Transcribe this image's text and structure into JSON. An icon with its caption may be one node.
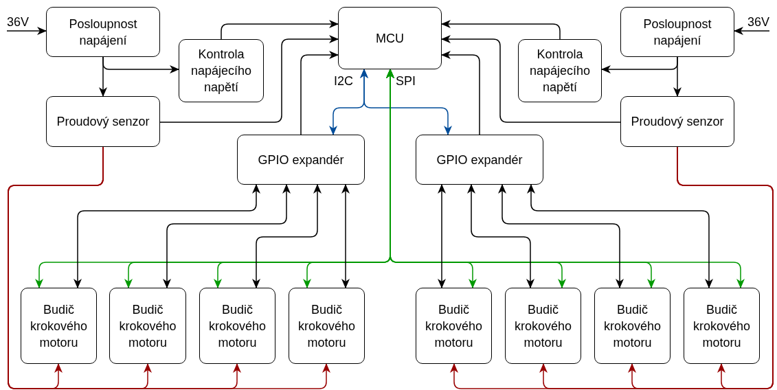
{
  "diagram": {
    "nodes": [
      {
        "text": [
          "MCU"
        ]
      },
      {
        "text": [
          "Posloupnost napájení"
        ]
      },
      {
        "text": [
          "Posloupnost napájení"
        ]
      },
      {
        "text": [
          "Kontrola napájecího napětí"
        ]
      },
      {
        "text": [
          "Kontrola napájecího napětí"
        ]
      },
      {
        "text": [
          "Proudový senzor"
        ]
      },
      {
        "text": [
          "Proudový senzor"
        ]
      },
      {
        "text": [
          "GPIO expandér"
        ]
      },
      {
        "text": [
          "GPIO expandér"
        ]
      },
      {
        "text": [
          "Budič krokového motoru"
        ]
      },
      {
        "text": [
          "Budič krokového motoru"
        ]
      },
      {
        "text": [
          "Budič krokového motoru"
        ]
      },
      {
        "text": [
          "Budič krokového motoru"
        ]
      },
      {
        "text": [
          "Budič krokového motoru"
        ]
      },
      {
        "text": [
          "Budič krokového motoru"
        ]
      },
      {
        "text": [
          "Budič krokového motoru"
        ]
      },
      {
        "text": [
          "Budič krokového motoru"
        ]
      }
    ],
    "edges": [
      {
        "from": null,
        "to": 1,
        "arrow": "to",
        "label": "36V"
      },
      {
        "from": null,
        "to": 2,
        "arrow": "to",
        "label": "36V"
      },
      {
        "from": 1,
        "to": 5,
        "arrow": "to"
      },
      {
        "from": 1,
        "to": 3,
        "arrow": "to"
      },
      {
        "from": 2,
        "to": 6,
        "arrow": "to"
      },
      {
        "from": 2,
        "to": 4,
        "arrow": "to"
      },
      {
        "from": 3,
        "to": 0,
        "arrow": "to"
      },
      {
        "from": 5,
        "to": 0,
        "arrow": "to"
      },
      {
        "from": 7,
        "to": 0,
        "arrow": "to"
      },
      {
        "from": 4,
        "to": 0,
        "arrow": "to"
      },
      {
        "from": 6,
        "to": 0,
        "arrow": "to"
      },
      {
        "from": 8,
        "to": 0,
        "arrow": "to"
      },
      {
        "from": 0,
        "to": 7,
        "arrow": "both",
        "color": "#004c99",
        "label": "I2C"
      },
      {
        "from": 0,
        "to": 8,
        "arrow": "both",
        "color": "#004c99"
      },
      {
        "from": 0,
        "to": 9,
        "arrow": "both",
        "color": "#009900",
        "label": "SPI"
      },
      {
        "from": 0,
        "to": 10,
        "arrow": "both",
        "color": "#009900"
      },
      {
        "from": 0,
        "to": 11,
        "arrow": "both",
        "color": "#009900"
      },
      {
        "from": 0,
        "to": 12,
        "arrow": "both",
        "color": "#009900"
      },
      {
        "from": 0,
        "to": 13,
        "arrow": "both",
        "color": "#009900"
      },
      {
        "from": 0,
        "to": 14,
        "arrow": "both",
        "color": "#009900"
      },
      {
        "from": 0,
        "to": 15,
        "arrow": "both",
        "color": "#009900"
      },
      {
        "from": 0,
        "to": 16,
        "arrow": "both",
        "color": "#009900"
      },
      {
        "from": 7,
        "to": 9,
        "arrow": "both"
      },
      {
        "from": 7,
        "to": 10,
        "arrow": "both"
      },
      {
        "from": 7,
        "to": 11,
        "arrow": "both"
      },
      {
        "from": 7,
        "to": 12,
        "arrow": "both"
      },
      {
        "from": 8,
        "to": 13,
        "arrow": "both"
      },
      {
        "from": 8,
        "to": 14,
        "arrow": "both"
      },
      {
        "from": 8,
        "to": 15,
        "arrow": "both"
      },
      {
        "from": 8,
        "to": 16,
        "arrow": "both"
      },
      {
        "from": 5,
        "to": 9,
        "arrow": "to",
        "color": "#990000"
      },
      {
        "from": 5,
        "to": 10,
        "arrow": "to",
        "color": "#990000"
      },
      {
        "from": 5,
        "to": 11,
        "arrow": "to",
        "color": "#990000"
      },
      {
        "from": 5,
        "to": 12,
        "arrow": "to",
        "color": "#990000"
      },
      {
        "from": 6,
        "to": 13,
        "arrow": "to",
        "color": "#990000"
      },
      {
        "from": 6,
        "to": 14,
        "arrow": "to",
        "color": "#990000"
      },
      {
        "from": 6,
        "to": 15,
        "arrow": "to",
        "color": "#990000"
      },
      {
        "from": 6,
        "to": 16,
        "arrow": "to",
        "color": "#990000"
      }
    ]
  }
}
